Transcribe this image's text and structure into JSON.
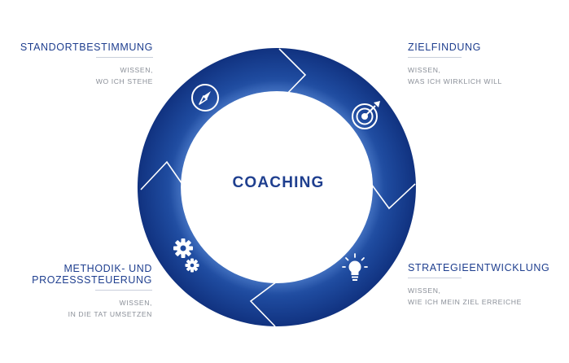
{
  "center": {
    "label": "COACHING"
  },
  "colors": {
    "accent": "#1f3f8f",
    "ring_dark": "#0f2f7c",
    "ring_mid": "#2f5fb4",
    "sub_text": "#8a8f98"
  },
  "steps": [
    {
      "title": "STANDORTBESTIMMUNG",
      "lines": [
        "WISSEN,",
        "WO ICH STEHE"
      ],
      "icon": "compass-icon"
    },
    {
      "title": "ZIELFINDUNG",
      "lines": [
        "WISSEN,",
        "WAS ICH WIRKLICH WILL"
      ],
      "icon": "target-icon"
    },
    {
      "title": "STRATEGIEENTWICKLUNG",
      "lines": [
        "WISSEN,",
        "WIE ICH MEIN ZIEL ERREICHE"
      ],
      "icon": "lightbulb-icon"
    },
    {
      "title_lines": [
        "METHODIK- UND",
        "PROZESSSTEUERUNG"
      ],
      "lines": [
        "WISSEN,",
        "IN DIE TAT UMSETZEN"
      ],
      "icon": "gears-icon"
    }
  ]
}
